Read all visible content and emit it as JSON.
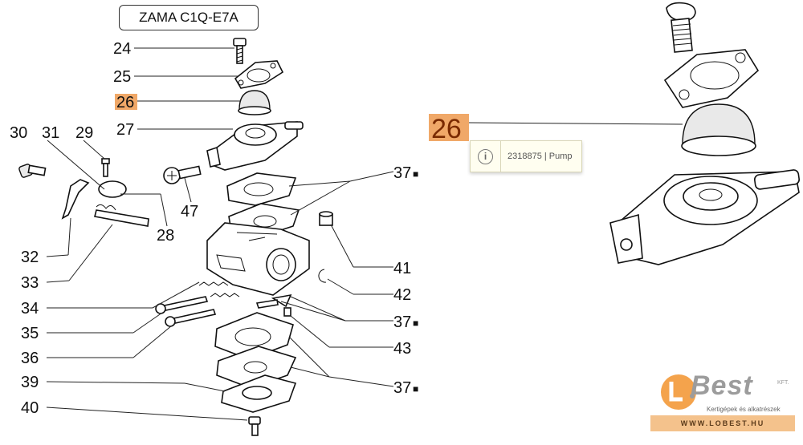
{
  "model_label": "ZAMA C1Q-E7A",
  "parts": [
    {
      "id": "p24",
      "number": "24",
      "highlighted": false,
      "marker": false
    },
    {
      "id": "p25",
      "number": "25",
      "highlighted": false,
      "marker": false
    },
    {
      "id": "p26",
      "number": "26",
      "highlighted": true,
      "marker": false
    },
    {
      "id": "p27",
      "number": "27",
      "highlighted": false,
      "marker": false
    },
    {
      "id": "p30",
      "number": "30",
      "highlighted": false,
      "marker": false
    },
    {
      "id": "p31",
      "number": "31",
      "highlighted": false,
      "marker": false
    },
    {
      "id": "p29",
      "number": "29",
      "highlighted": false,
      "marker": false
    },
    {
      "id": "p37a",
      "number": "37",
      "highlighted": false,
      "marker": true
    },
    {
      "id": "p47",
      "number": "47",
      "highlighted": false,
      "marker": false
    },
    {
      "id": "p28",
      "number": "28",
      "highlighted": false,
      "marker": false
    },
    {
      "id": "p32",
      "number": "32",
      "highlighted": false,
      "marker": false
    },
    {
      "id": "p41",
      "number": "41",
      "highlighted": false,
      "marker": false
    },
    {
      "id": "p33",
      "number": "33",
      "highlighted": false,
      "marker": false
    },
    {
      "id": "p42",
      "number": "42",
      "highlighted": false,
      "marker": false
    },
    {
      "id": "p34",
      "number": "34",
      "highlighted": false,
      "marker": false
    },
    {
      "id": "p37b",
      "number": "37",
      "highlighted": false,
      "marker": true
    },
    {
      "id": "p35",
      "number": "35",
      "highlighted": false,
      "marker": false
    },
    {
      "id": "p43",
      "number": "43",
      "highlighted": false,
      "marker": false
    },
    {
      "id": "p36",
      "number": "36",
      "highlighted": false,
      "marker": false
    },
    {
      "id": "p39",
      "number": "39",
      "highlighted": false,
      "marker": false
    },
    {
      "id": "p37c",
      "number": "37",
      "highlighted": false,
      "marker": true
    },
    {
      "id": "p40",
      "number": "40",
      "highlighted": false,
      "marker": false
    }
  ],
  "marker_symbol": "■",
  "zoom": {
    "callout_number": "26",
    "tooltip": {
      "icon": "info-icon",
      "text": "2318875 | Pump"
    }
  },
  "logo": {
    "brand": "Best",
    "company_suffix": "KFT.",
    "tagline": "Kertigépek és alkatrészek",
    "url": "WWW.LOBEST.HU"
  },
  "colors": {
    "highlight": "#f0a868",
    "highlight_text": "#7a2a00",
    "logo_orange": "#f4a34c",
    "logo_gray": "#9c9c9c",
    "tooltip_bg": "#fffef0"
  }
}
